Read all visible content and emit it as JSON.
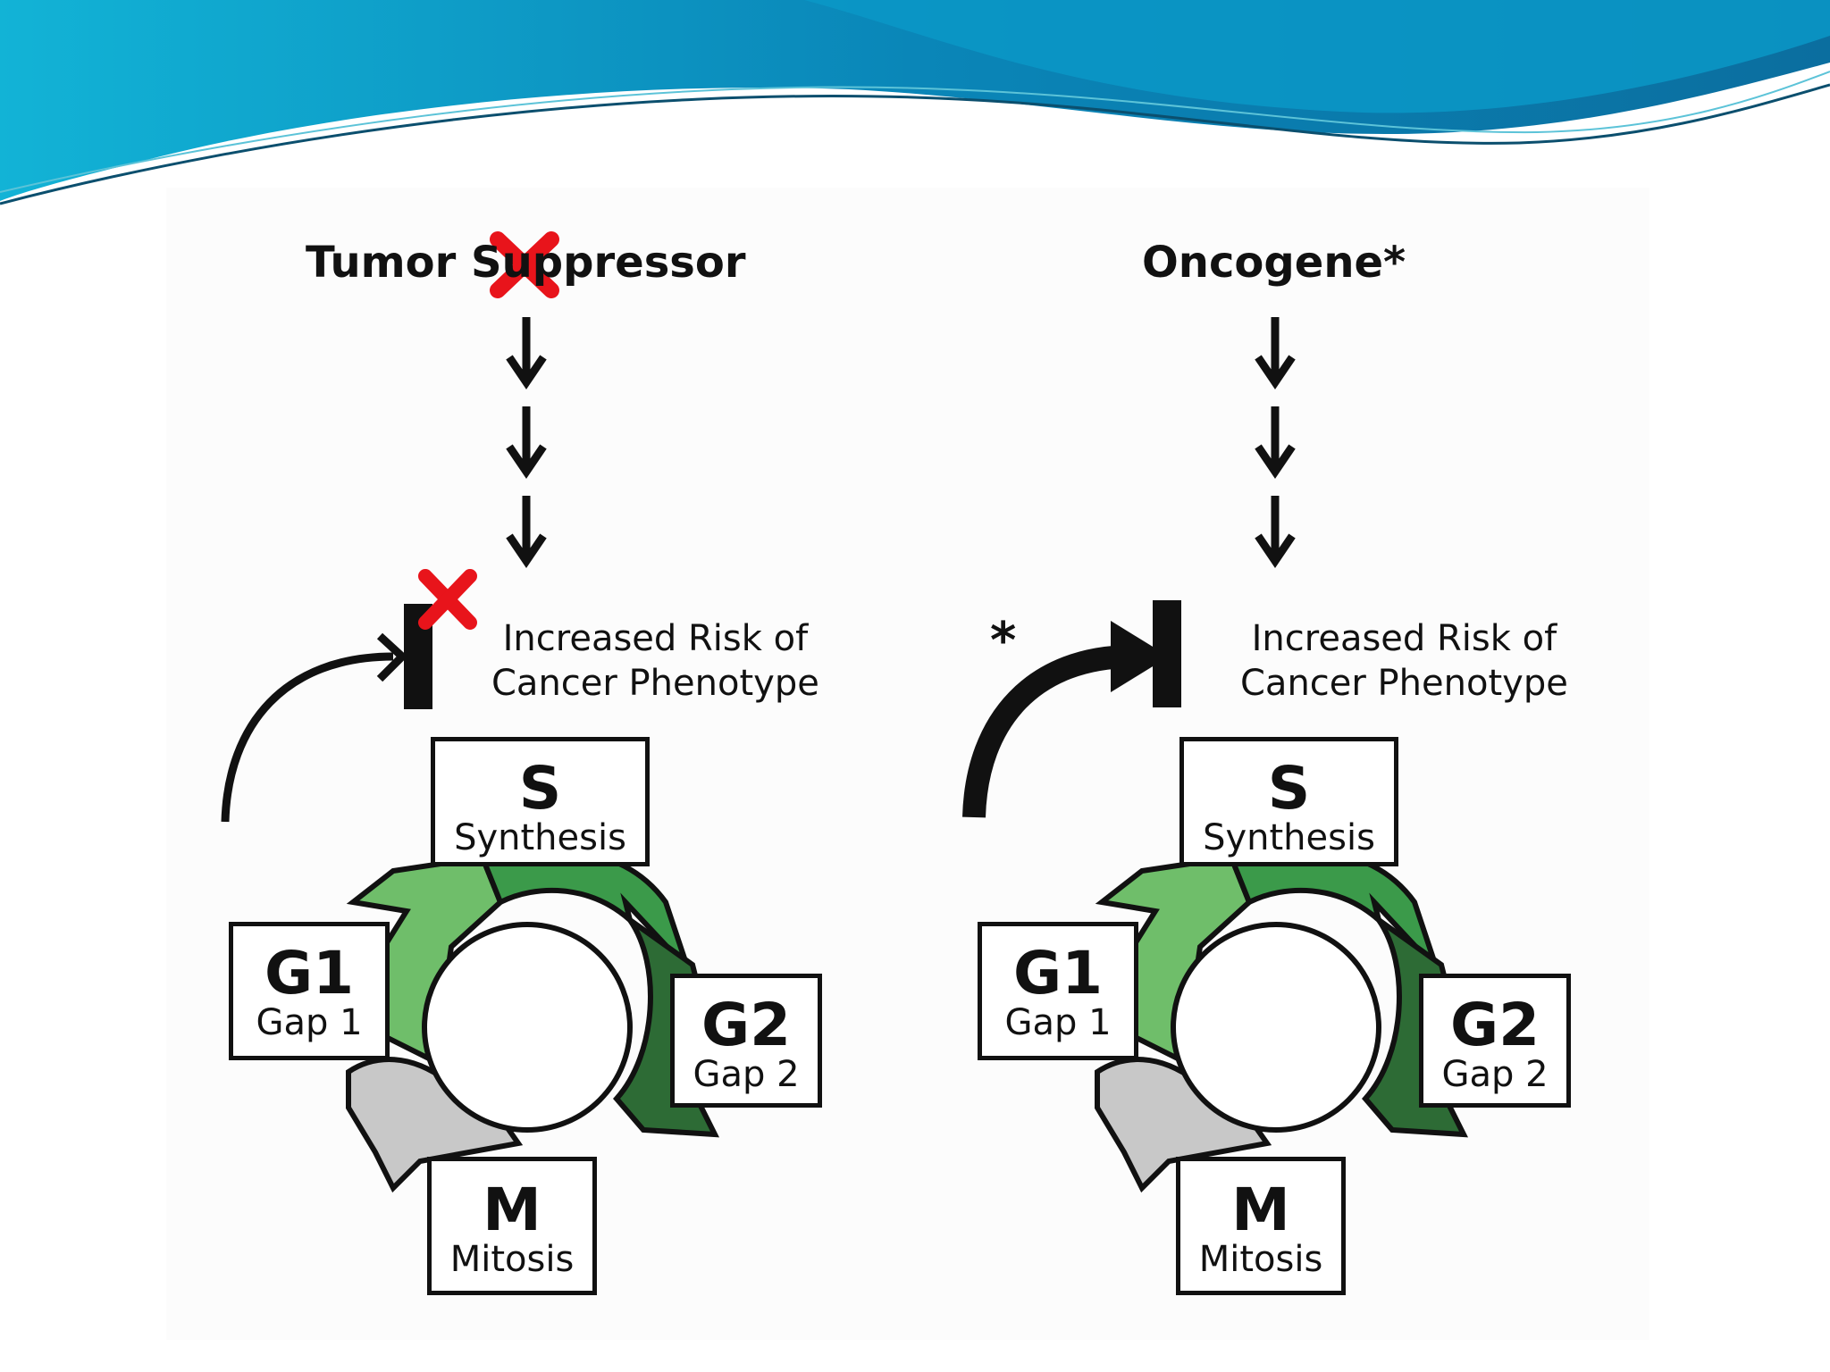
{
  "colors": {
    "header_teal": "#0a9fc4",
    "header_blue": "#0a78a8",
    "g1_arrow": "#6fbe6a",
    "s_arrow": "#3b9a4a",
    "g2_arrow": "#2d6b35",
    "m_arrow": "#c8c8c8",
    "knockout_mark": "#e8141b",
    "ink": "#111111"
  },
  "icons": {
    "knockout": "red-x-mark",
    "arrow": "down-arrow",
    "inhibition": "t-bar-inhibition"
  },
  "left": {
    "title": "Tumor Suppressor",
    "risk_line1": "Increased Risk of",
    "risk_line2": "Cancer Phenotype",
    "phases": {
      "s": {
        "code": "S",
        "name": "Synthesis"
      },
      "g1": {
        "code": "G1",
        "name": "Gap 1"
      },
      "g2": {
        "code": "G2",
        "name": "Gap 2"
      },
      "m": {
        "code": "M",
        "name": "Mitosis"
      }
    }
  },
  "right": {
    "title": "Oncogene*",
    "asterisk": "*",
    "risk_line1": "Increased Risk of",
    "risk_line2": "Cancer Phenotype",
    "phases": {
      "s": {
        "code": "S",
        "name": "Synthesis"
      },
      "g1": {
        "code": "G1",
        "name": "Gap 1"
      },
      "g2": {
        "code": "G2",
        "name": "Gap 2"
      },
      "m": {
        "code": "M",
        "name": "Mitosis"
      }
    }
  }
}
